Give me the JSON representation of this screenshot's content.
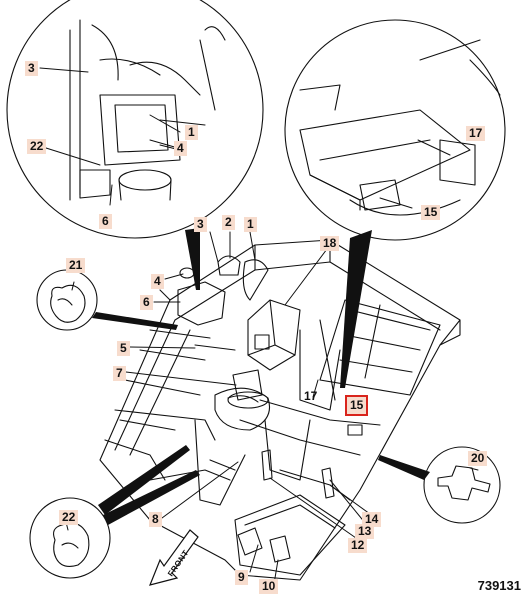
{
  "callouts": {
    "c1": "1",
    "c2": "2",
    "c3": "3",
    "c4": "4",
    "c5": "5",
    "c6": "6",
    "c7": "7",
    "c8": "8",
    "c9": "9",
    "c10": "10",
    "c12": "12",
    "c13": "13",
    "c14": "14",
    "c15": "15",
    "c17": "17",
    "c18": "18",
    "c20": "20",
    "c21": "21",
    "c22": "22"
  },
  "unlabeled_callout": "17",
  "direction_label": "FRONT",
  "figure_id": "739131",
  "highlight_color": "#d9241c",
  "label_bg_color": "#f7dccd"
}
